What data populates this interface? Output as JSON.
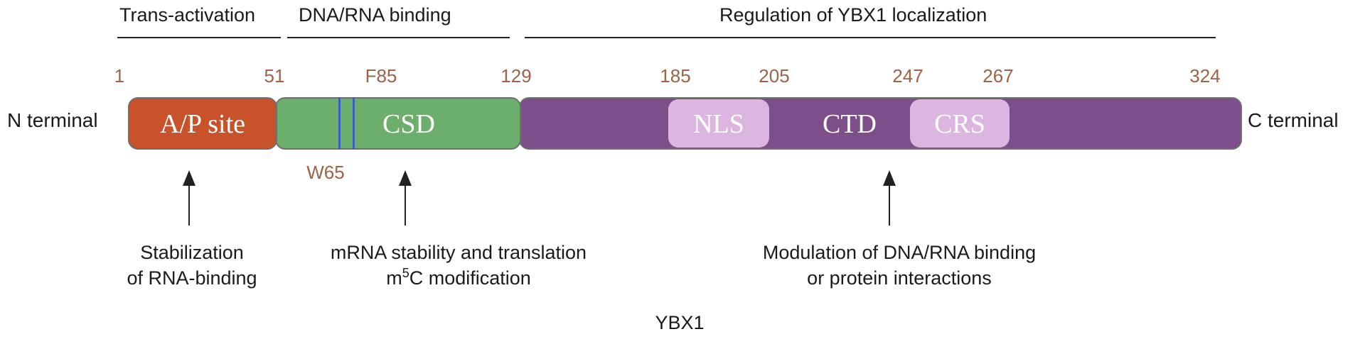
{
  "regions": [
    {
      "label": "Trans-activation"
    },
    {
      "label": "DNA/RNA binding"
    },
    {
      "label": "Regulation of YBX1 localization"
    }
  ],
  "positions": [
    "1",
    "51",
    "F85",
    "129",
    "185",
    "205",
    "247",
    "267",
    "324"
  ],
  "mutation": "W65",
  "terminals": {
    "n": "N terminal",
    "c": "C terminal"
  },
  "domains": {
    "ap": "A/P site",
    "csd": "CSD",
    "nls": "NLS",
    "ctd": "CTD",
    "crs": "CRS"
  },
  "notes": {
    "ap": [
      "Stabilization",
      "of RNA-binding"
    ],
    "csd_line1": "mRNA stability and translation",
    "csd_line2_prefix": "m",
    "csd_line2_sup": "5",
    "csd_line2_rest": "C modification",
    "ctd": [
      "Modulation of DNA/RNA binding",
      "or protein interactions"
    ]
  },
  "caption": "YBX1",
  "colors": {
    "ap": "#c8532b",
    "csd": "#6caf6d",
    "ctd": "#7e4e8a",
    "subdomain": "#dcb6e0",
    "position_text": "#9c6346",
    "marker_line": "#3a5fbf"
  }
}
